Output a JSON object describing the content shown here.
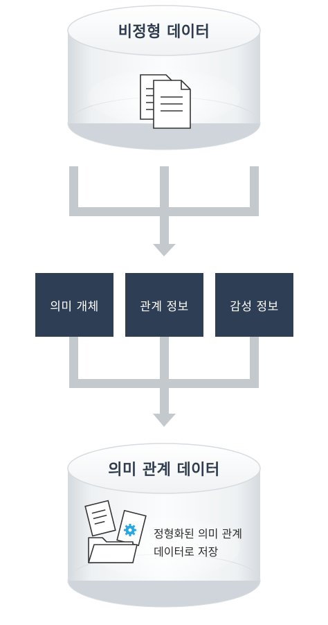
{
  "top_cylinder": {
    "title": "비정형 데이터",
    "icon": "document-stack-icon"
  },
  "boxes": [
    {
      "label": "의미 개체"
    },
    {
      "label": "관계 정보"
    },
    {
      "label": "감성 정보"
    }
  ],
  "bottom_cylinder": {
    "title": "의미 관계 데이터",
    "icon": "folder-with-documents-icon",
    "caption_line1": "정형화된 의미 관계",
    "caption_line2": "데이터로 저장"
  },
  "colors": {
    "box": "#2e3e54",
    "connector": "#c4c9ce",
    "title": "#2f3b4e",
    "gear": "#2aa6e0"
  }
}
